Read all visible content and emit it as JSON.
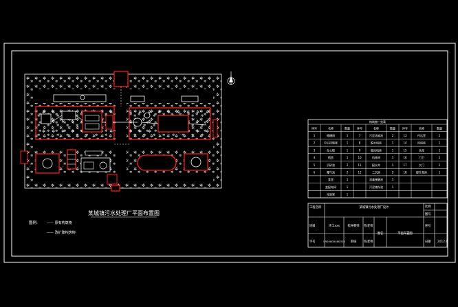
{
  "drawing": {
    "title": "某城镇污水处理厂平面布置图",
    "legend_label": "图例:",
    "legend_items": [
      "—— 原有构筑物",
      "—— 改扩建构筑物"
    ]
  },
  "schedule_table": {
    "title": "构筑物一览表",
    "headers": [
      "序号",
      "名称",
      "数量",
      "序号",
      "名称",
      "数量",
      "序号",
      "名称",
      "数量"
    ],
    "rows": [
      [
        "1",
        "格栅间",
        "1",
        "7",
        "污泥浓缩池",
        "2",
        "13",
        "传达室",
        "1"
      ],
      [
        "2",
        "中心控制室",
        "1",
        "8",
        "脱水机房",
        "1",
        "14",
        "风机房",
        "1"
      ],
      [
        "3",
        "办公楼",
        "1",
        "9",
        "鼓风机房",
        "1",
        "15",
        "仓库",
        "1"
      ],
      [
        "4",
        "宿舍",
        "1",
        "10",
        "机修间",
        "1",
        "16",
        "门卫",
        "1"
      ],
      [
        "5",
        "沉砂池",
        "2",
        "11",
        "配水井",
        "1",
        "17",
        "大门",
        "1"
      ],
      [
        "6",
        "曝气池",
        "2",
        "12",
        "二沉池",
        "2",
        "18",
        "提升泵房",
        "1"
      ],
      [
        "",
        "食堂",
        "1",
        "",
        "消毒接触池",
        "1",
        "",
        "",
        ""
      ],
      [
        "",
        "变配电间",
        "1",
        "",
        "污泥储存池",
        "1",
        "",
        "",
        ""
      ],
      [
        "",
        "化验室",
        "1",
        "",
        "",
        "",
        "",
        "",
        ""
      ]
    ]
  },
  "title_block": {
    "project_label": "工程名称",
    "project_name": "某城镇污水处理厂设计",
    "scale_label": "比例",
    "sheet_label": "图号",
    "designer_label": "班级",
    "designer_name": "环工xxx",
    "checker_label": "指导教师",
    "checker_name": "陈老师",
    "drawing_name_label": "图名",
    "drawing_name": "平面布置图",
    "student_label": "学号",
    "student_no": "0920800460326",
    "reviewer_label": "审核",
    "reviewer_name": "陈老师",
    "sheet_no_label": "序号",
    "date_label": "日期",
    "date": "2012.6"
  },
  "colors": {
    "frame": "#ffffff",
    "structure": "#ff2020",
    "vegetation": "#ffffff",
    "pipe": "#ffffff"
  }
}
